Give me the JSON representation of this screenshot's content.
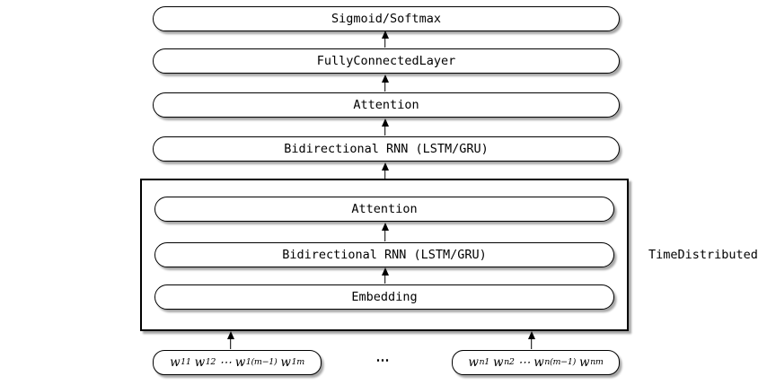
{
  "colors": {
    "stroke": "#000000",
    "background": "#ffffff"
  },
  "stack": {
    "layers": [
      {
        "label": "Sigmoid/Softmax"
      },
      {
        "label": "FullyConnectedLayer"
      },
      {
        "label": "Attention"
      },
      {
        "label": "Bidirectional RNN (LSTM/GRU)"
      }
    ]
  },
  "time_distributed": {
    "label": "TimeDistributed",
    "layers": [
      {
        "label": "Attention"
      },
      {
        "label": "Bidirectional RNN (LSTM/GRU)"
      },
      {
        "label": "Embedding"
      }
    ]
  },
  "inputs": {
    "separator": "⋯",
    "left": {
      "tokens": [
        [
          "w",
          "11"
        ],
        [
          "w",
          "12"
        ],
        [
          "⋯",
          ""
        ],
        [
          "w",
          "1(m−1)"
        ],
        [
          "w",
          "1m"
        ]
      ]
    },
    "right": {
      "tokens": [
        [
          "w",
          "n1"
        ],
        [
          "w",
          "n2"
        ],
        [
          "⋯",
          ""
        ],
        [
          "w",
          "n(m−1)"
        ],
        [
          "w",
          "nm"
        ]
      ]
    }
  }
}
